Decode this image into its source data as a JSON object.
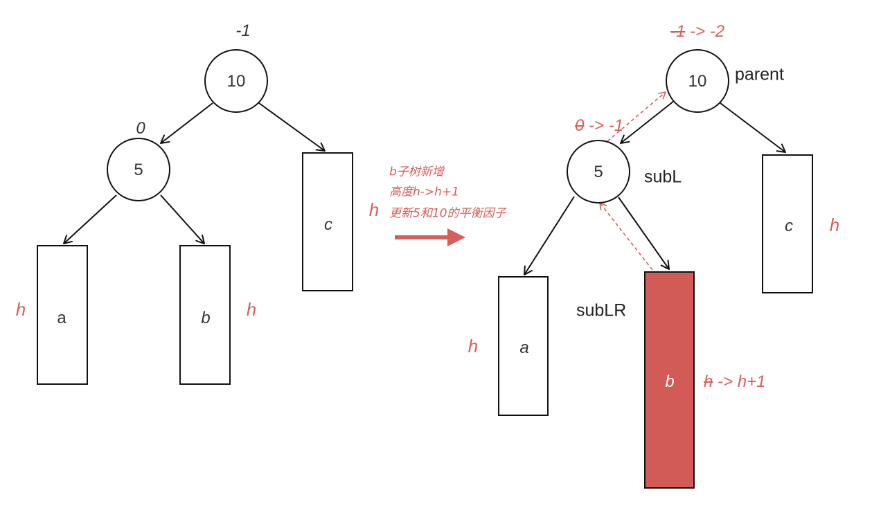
{
  "before": {
    "root": {
      "value": "10",
      "balance": "-1"
    },
    "left": {
      "value": "5",
      "balance": "0"
    },
    "subtree_a": {
      "label": "a",
      "height": "h"
    },
    "subtree_b": {
      "label": "b",
      "height": "h"
    },
    "subtree_c": {
      "label": "c",
      "height": "h"
    }
  },
  "transition": {
    "note_lines": [
      "b子树新增",
      "高度h->h+1",
      "更新5和10的平衡因子"
    ]
  },
  "after": {
    "root": {
      "value": "10",
      "name": "parent",
      "balance_old": "-1",
      "balance_arrow": "->",
      "balance_new": "-2"
    },
    "left": {
      "value": "5",
      "name": "subL",
      "balance_old": "0",
      "balance_arrow": "->",
      "balance_new": "-1"
    },
    "subtree_a": {
      "label": "a",
      "height": "h"
    },
    "subtree_b": {
      "label": "b",
      "name": "subLR",
      "height_old": "h",
      "height_arrow": "->",
      "height_new": "h+1"
    },
    "subtree_c": {
      "label": "c",
      "height": "h"
    }
  },
  "colors": {
    "accent_red": "#d65f5c",
    "highlight_fill": "#d25b58",
    "outline": "#111111",
    "text": "#333333"
  }
}
